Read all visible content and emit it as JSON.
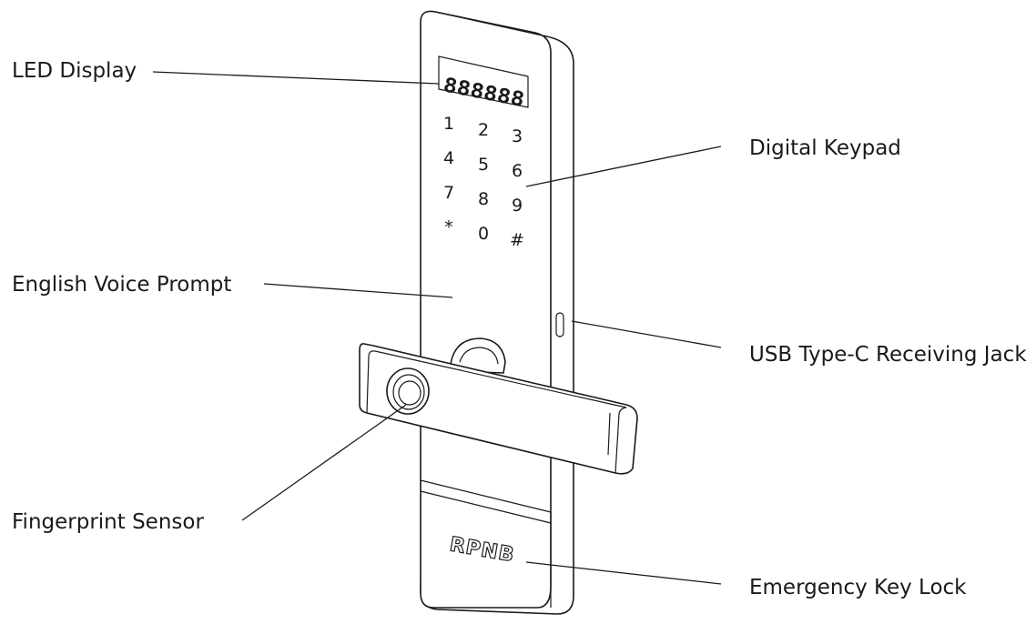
{
  "callouts": {
    "led_display": "LED Display",
    "digital_keypad": "Digital Keypad",
    "voice_prompt": "English Voice Prompt",
    "usb_jack": "USB Type-C Receiving Jack",
    "fingerprint": "Fingerprint Sensor",
    "emergency_lock": "Emergency Key Lock"
  },
  "device": {
    "led_digits": "888888",
    "keypad": [
      "1",
      "2",
      "3",
      "4",
      "5",
      "6",
      "7",
      "8",
      "9",
      "*",
      "0",
      "#"
    ],
    "brand": "RPNB"
  },
  "colors": {
    "line": "#1a1a1a",
    "background": "#ffffff"
  }
}
